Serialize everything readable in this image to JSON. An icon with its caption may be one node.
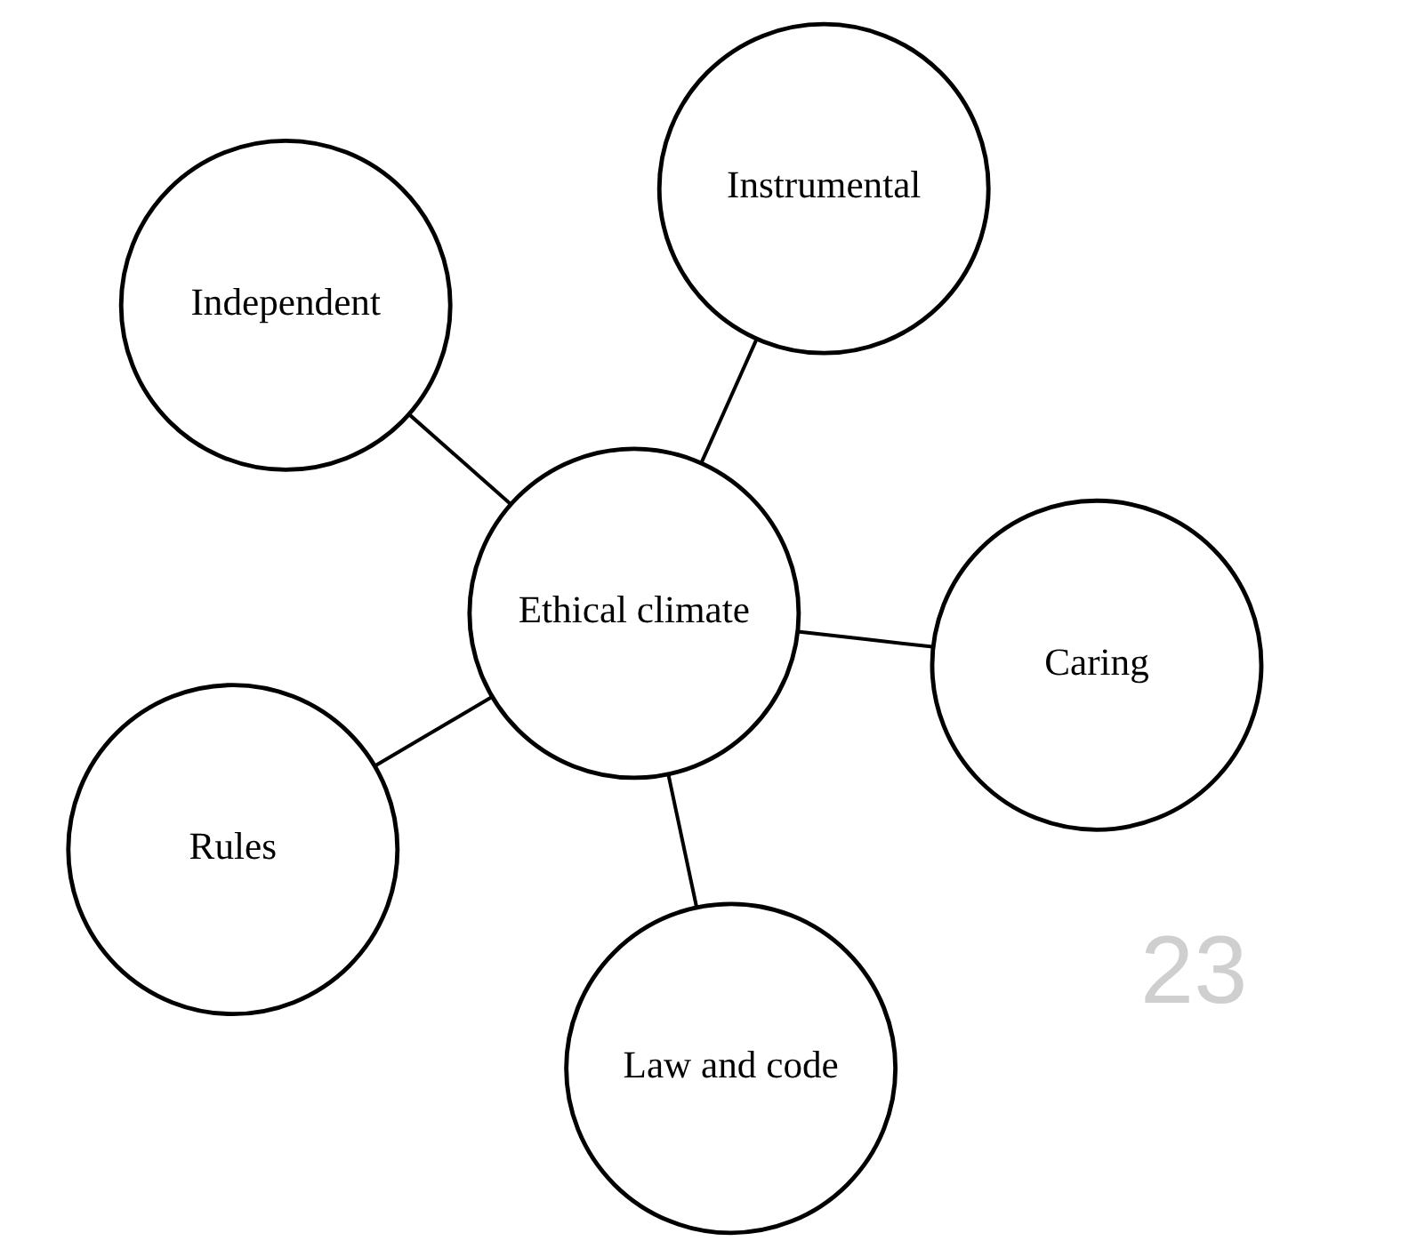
{
  "diagram": {
    "nodes": [
      {
        "text": [
          "Independent"
        ]
      },
      {
        "text": [
          "Caring"
        ]
      },
      {
        "text": [
          "Law and code"
        ]
      },
      {
        "text": [
          "Ethical climate"
        ]
      },
      {
        "text": [
          "Instrumental"
        ]
      },
      {
        "text": [
          "Rules"
        ]
      }
    ],
    "edges": [
      {
        "from": 3,
        "to": 0,
        "arrow": "none"
      },
      {
        "from": 3,
        "to": 1,
        "arrow": "none"
      },
      {
        "from": 3,
        "to": 2,
        "arrow": "none"
      },
      {
        "from": 3,
        "to": 4,
        "arrow": "none"
      },
      {
        "from": 3,
        "to": 5,
        "arrow": "none"
      }
    ],
    "labels": [
      "23"
    ]
  }
}
